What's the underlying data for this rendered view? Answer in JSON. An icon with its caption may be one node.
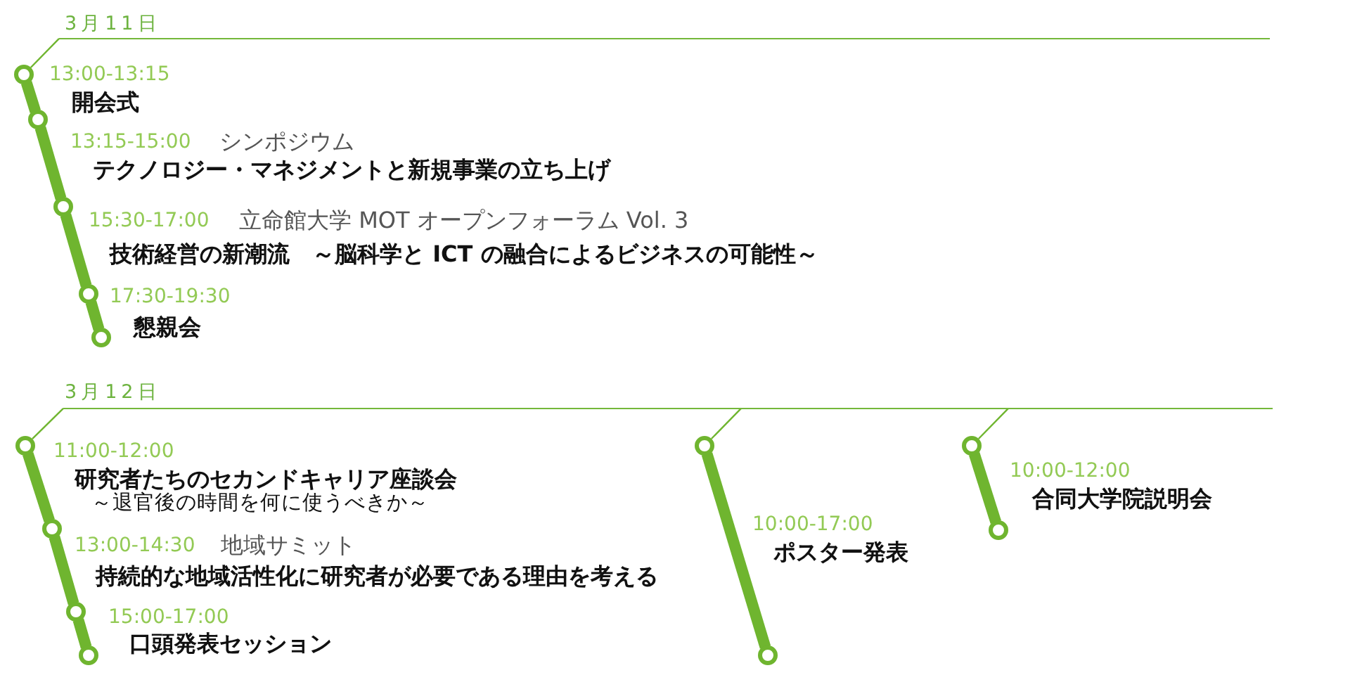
{
  "diagram": {
    "nodes": [
      {
        "text": [
          "3月11日"
        ]
      },
      {
        "text": [],
        "shape": "circle",
        "beside": [
          "13:00-13:15",
          "開会式"
        ]
      },
      {
        "text": [],
        "shape": "circle",
        "beside": [
          "13:15-15:00",
          "シンポジウム",
          "テクノロジー・マネジメントと新規事業の立ち上げ"
        ]
      },
      {
        "text": [],
        "shape": "circle",
        "beside": [
          "15:30-17:00",
          "立命館大学 MOT オープンフォーラム Vol. 3",
          "技術経営の新潮流　～脳科学と ICT の融合によるビジネスの可能性～"
        ]
      },
      {
        "text": [],
        "shape": "circle",
        "beside": [
          "17:30-19:30",
          "懇親会"
        ]
      },
      {
        "text": [],
        "shape": "circle"
      },
      {
        "text": [
          "3月12日"
        ]
      },
      {
        "text": [],
        "shape": "circle",
        "beside": [
          "11:00-12:00",
          "研究者たちのセカンドキャリア座談会",
          "～退官後の時間を何に使うべきか～"
        ]
      },
      {
        "text": [],
        "shape": "circle",
        "beside": [
          "13:00-14:30",
          "地域サミット",
          "持続的な地域活性化に研究者が必要である理由を考える"
        ]
      },
      {
        "text": [],
        "shape": "circle",
        "beside": [
          "15:00-17:00",
          "口頭発表セッション"
        ]
      },
      {
        "text": [],
        "shape": "circle"
      },
      {
        "text": [],
        "shape": "circle",
        "beside": [
          "10:00-17:00",
          "ポスター発表"
        ]
      },
      {
        "text": [],
        "shape": "circle"
      },
      {
        "text": [],
        "shape": "circle",
        "beside": [
          "10:00-12:00",
          "合同大学院説明会"
        ]
      },
      {
        "text": [],
        "shape": "circle"
      }
    ],
    "edges": [
      {
        "from": 0,
        "to": 1,
        "arrow": "none"
      },
      {
        "from": 1,
        "to": 2,
        "arrow": "none"
      },
      {
        "from": 2,
        "to": 3,
        "arrow": "none"
      },
      {
        "from": 3,
        "to": 4,
        "arrow": "none"
      },
      {
        "from": 4,
        "to": 5,
        "arrow": "none"
      },
      {
        "from": 6,
        "to": 7,
        "arrow": "none"
      },
      {
        "from": 7,
        "to": 8,
        "arrow": "none"
      },
      {
        "from": 8,
        "to": 9,
        "arrow": "none"
      },
      {
        "from": 9,
        "to": 10,
        "arrow": "none"
      },
      {
        "from": 6,
        "to": 11,
        "arrow": "none"
      },
      {
        "from": 11,
        "to": 12,
        "arrow": "none"
      },
      {
        "from": 6,
        "to": 13,
        "arrow": "none"
      },
      {
        "from": 13,
        "to": 14,
        "arrow": "none"
      }
    ]
  }
}
